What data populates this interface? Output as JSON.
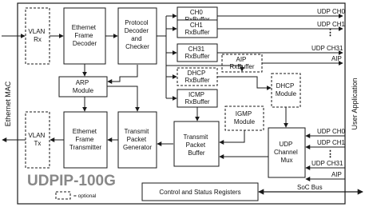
{
  "side_labels": {
    "left": "Ethernet MAC",
    "right": "User Application"
  },
  "product_name": "UDPIP-100G",
  "legend": {
    "text": "= optional"
  },
  "blocks": {
    "vlan_rx": [
      "VLAN",
      "Rx"
    ],
    "eth_frame_decoder": [
      "Ethernet",
      "Frame",
      "Decoder"
    ],
    "protocol_decoder": [
      "Protocol",
      "Decoder",
      "and",
      "Checker"
    ],
    "ch0_rxbuffer": [
      "CH0",
      "RxBuffer"
    ],
    "ch1_rxbuffer": [
      "CH1",
      "RxBuffer"
    ],
    "ch31_rxbuffer": [
      "CH31",
      "RxBuffer"
    ],
    "aip_rxbuffer": [
      "AIP",
      "RxBuffer"
    ],
    "dhcp_rxbuffer": [
      "DHCP",
      "RxBuffer"
    ],
    "icmp_rxbuffer": [
      "ICMP",
      "RxBuffer"
    ],
    "arp_module": [
      "ARP",
      "Module"
    ],
    "dhcp_module": [
      "DHCP",
      "Module"
    ],
    "igmp_module": [
      "IGMP",
      "Module"
    ],
    "vlan_tx": [
      "VLAN",
      "Tx"
    ],
    "eth_frame_transmitter": [
      "Ethernet",
      "Frame",
      "Transmitter"
    ],
    "tx_packet_generator": [
      "Transmit",
      "Packet",
      "Generator"
    ],
    "tx_packet_buffer": [
      "Transmit",
      "Packet",
      "Buffer"
    ],
    "udp_channel_mux": [
      "UDP",
      "Channel",
      "Mux"
    ],
    "csr": [
      "Control and Status Registers"
    ]
  },
  "signals": {
    "rx_out": {
      "ch0": "UDP CH0",
      "ch1": "UDP CH1",
      "ch31": "UDP CH31",
      "aip": "AIP"
    },
    "tx_in": {
      "ch0": "UDP CH0",
      "ch1": "UDP CH1",
      "ch31": "UDP CH31",
      "aip": "AIP"
    },
    "bus": "SoC Bus"
  }
}
